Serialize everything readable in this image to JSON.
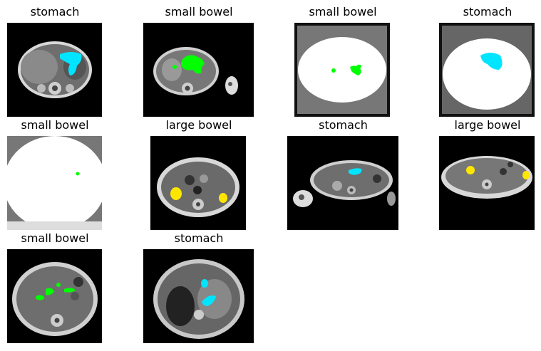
{
  "colors": {
    "stomach": "#00e5ff",
    "small_bowel": "#00ff00",
    "large_bowel": "#ffe600",
    "background": "#000000"
  },
  "panels": [
    {
      "title": "stomach",
      "organ": "stomach",
      "variant": "abdomen-liver"
    },
    {
      "title": "small bowel",
      "organ": "small_bowel",
      "variant": "abdomen-arm"
    },
    {
      "title": "small bowel",
      "organ": "small_bowel",
      "variant": "washed"
    },
    {
      "title": "stomach",
      "organ": "stomach",
      "variant": "washed-stomach"
    },
    {
      "title": "small bowel",
      "organ": "small_bowel",
      "variant": "whiteout"
    },
    {
      "title": "large bowel",
      "organ": "large_bowel",
      "variant": "pelvis"
    },
    {
      "title": "stomach",
      "organ": "stomach",
      "variant": "wide-arm"
    },
    {
      "title": "large bowel",
      "organ": "large_bowel",
      "variant": "wide-pelvis"
    },
    {
      "title": "small bowel",
      "organ": "small_bowel",
      "variant": "abdomen-loops"
    },
    {
      "title": "stomach",
      "organ": "stomach",
      "variant": "chest"
    }
  ]
}
